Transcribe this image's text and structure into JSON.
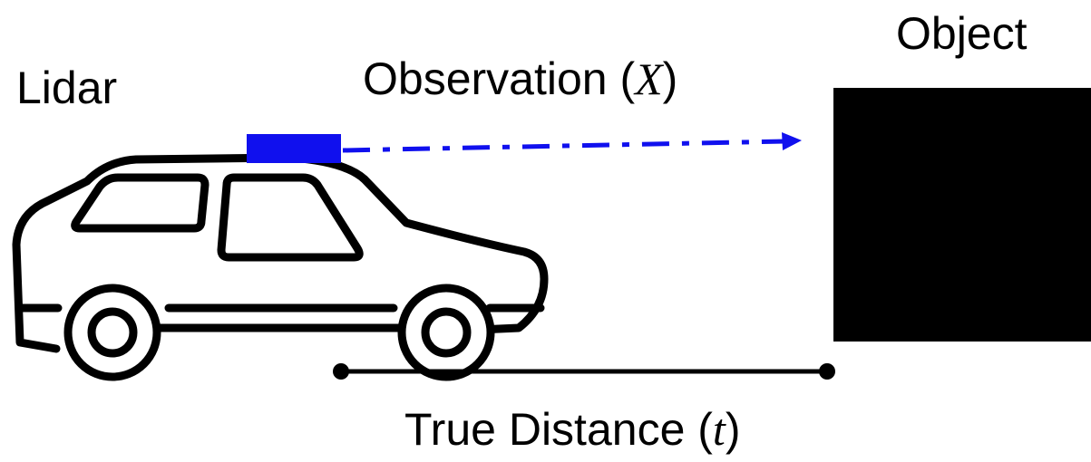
{
  "labels": {
    "lidar": "Lidar",
    "observation_prefix": "Observation (",
    "observation_var": "X",
    "observation_suffix": ")",
    "object": "Object",
    "distance_prefix": "True Distance (",
    "distance_var": "t",
    "distance_suffix": ")"
  },
  "icons": {
    "vehicle": "car-icon",
    "sensor": "lidar-sensor-icon",
    "target": "object-block"
  },
  "colors": {
    "beam": "#1010ee",
    "sensor": "#1010ee",
    "object": "#000000",
    "line": "#000000"
  }
}
